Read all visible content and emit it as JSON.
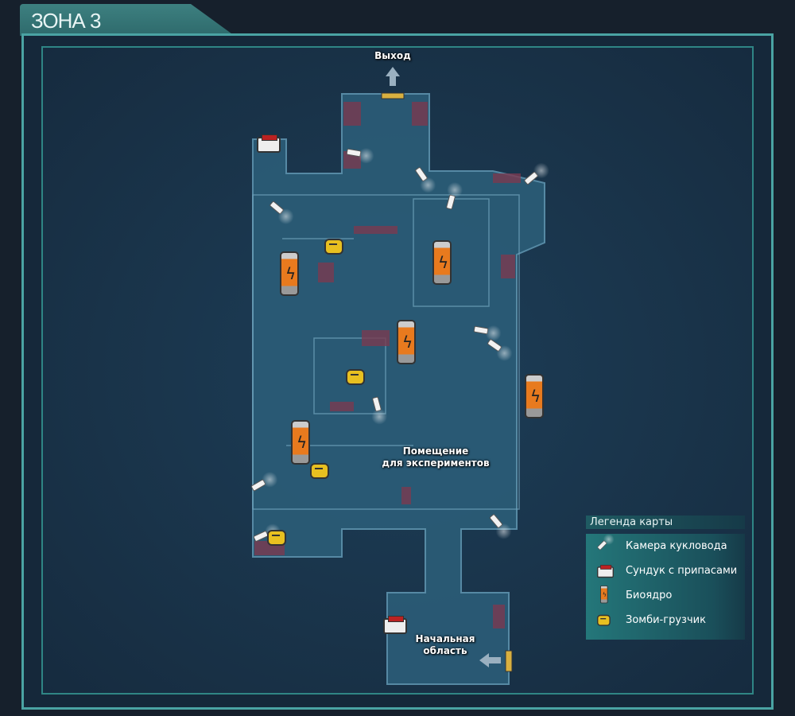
{
  "zone_title": "ЗОНА 3",
  "map": {
    "exit_label": "Выход",
    "experiment_room_label": "Помещение\nдля экспериментов",
    "start_area_label": "Начальная\nобласть"
  },
  "legend": {
    "title": "Легенда карты",
    "items": [
      {
        "icon": "camera-icon",
        "label": "Камера кукловода"
      },
      {
        "icon": "supply-chest-icon",
        "label": "Сундук с припасами"
      },
      {
        "icon": "biocore-icon",
        "label": "Биоядро"
      },
      {
        "icon": "zombie-loader-icon",
        "label": "Зомби-грузчик"
      }
    ]
  },
  "colors": {
    "frame": "#4aa3a3",
    "floor": "#2b5f7a",
    "accent_red": "#8a3a4a",
    "biocore": "#e87a1e",
    "zombie": "#e8c020"
  }
}
